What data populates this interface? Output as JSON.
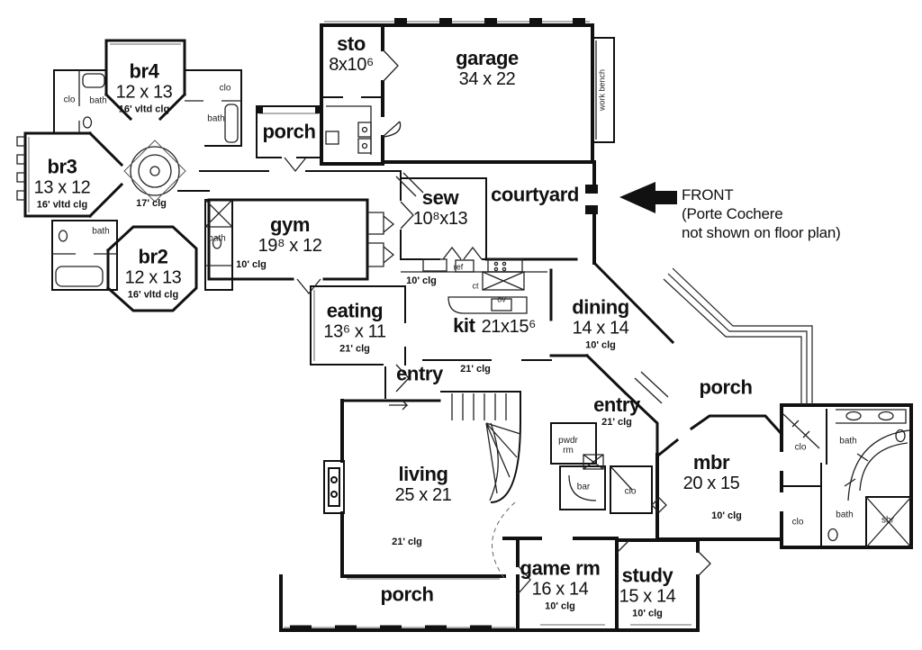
{
  "rooms": {
    "sto": {
      "name": "sto",
      "dims": "8x10⁶"
    },
    "garage": {
      "name": "garage",
      "dims": "34 x 22"
    },
    "br4": {
      "name": "br4",
      "dims": "12 x 13",
      "clg": "16' vltd clg"
    },
    "br3": {
      "name": "br3",
      "dims": "13 x 12",
      "clg": "16' vltd clg"
    },
    "br2": {
      "name": "br2",
      "dims": "12 x 13",
      "clg": "16' vltd clg"
    },
    "gym": {
      "name": "gym",
      "dims": "19⁸ x 12"
    },
    "sew": {
      "name": "sew",
      "dims": "10⁸x13"
    },
    "courtyard": {
      "name": "courtyard"
    },
    "porch_top": {
      "name": "porch"
    },
    "porch_right": {
      "name": "porch"
    },
    "porch_bottom": {
      "name": "porch"
    },
    "eating": {
      "name": "eating",
      "dims": "13⁶ x 11",
      "clg": "21' clg"
    },
    "kit": {
      "name": "kit",
      "dims": "21x15⁶"
    },
    "dining": {
      "name": "dining",
      "dims": "14 x 14",
      "clg": "10' clg"
    },
    "entry_side": {
      "name": "entry"
    },
    "entry_front": {
      "name": "entry",
      "clg": "21' clg"
    },
    "living": {
      "name": "living",
      "dims": "25 x 21"
    },
    "mbr": {
      "name": "mbr",
      "dims": "20 x 15"
    },
    "game": {
      "name": "game rm",
      "dims": "16 x 14",
      "clg": "10' clg"
    },
    "study": {
      "name": "study",
      "dims": "15 x 14",
      "clg": "10' clg"
    }
  },
  "notes": [
    "17' clg",
    "10' clg",
    "10' clg",
    "21' clg",
    "21' clg",
    "10' clg"
  ],
  "fixtures": [
    "clo",
    "bath",
    "clo",
    "bath",
    "bath",
    "bath",
    "pwdr\nrm",
    "bar",
    "clo",
    "clo",
    "bath",
    "clo",
    "bath",
    "shr",
    "work bench",
    "ref",
    "ct",
    "ov"
  ],
  "front_note": [
    "FRONT",
    "(Porte Cochere",
    "not shown on floor plan)"
  ]
}
